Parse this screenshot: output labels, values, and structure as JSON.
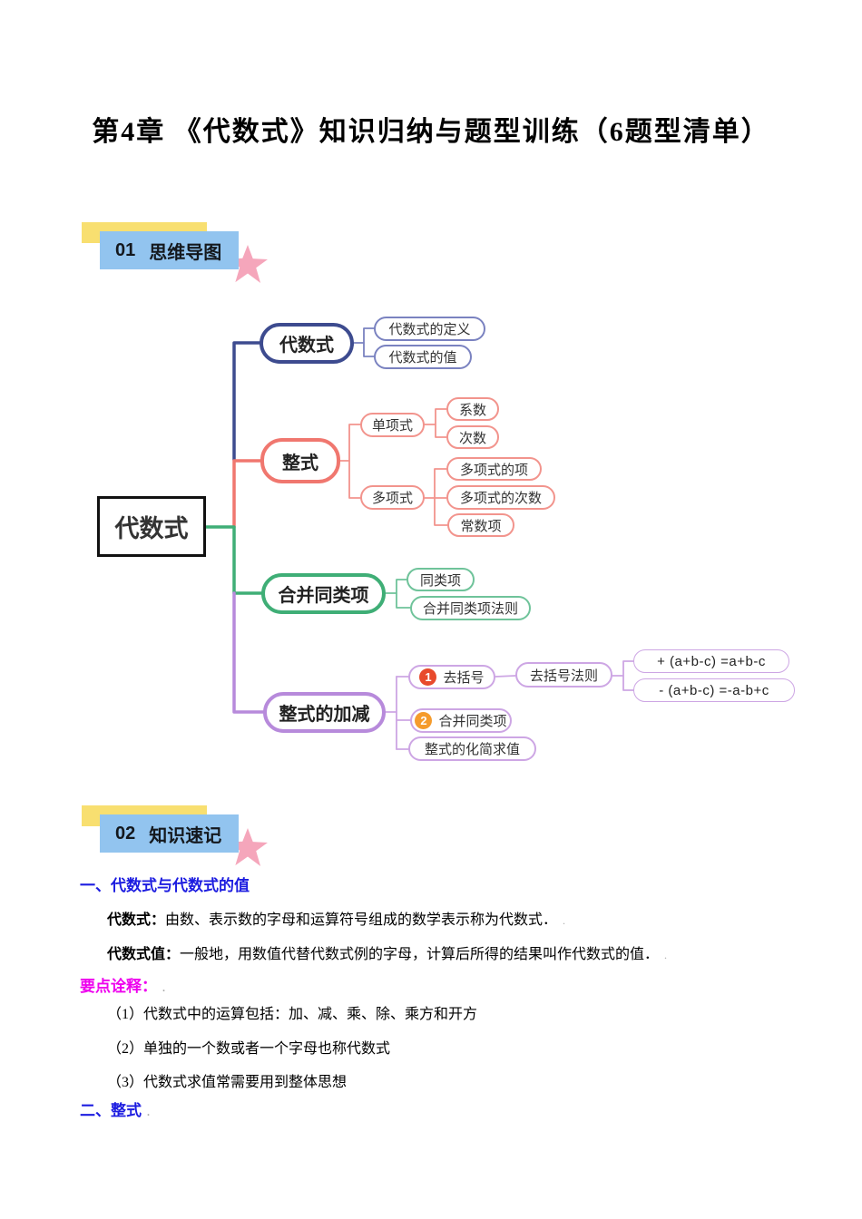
{
  "page": {
    "title": "第4章 《代数式》知识归纳与题型训练（6题型清单）"
  },
  "section_headers": [
    {
      "number": "01",
      "label": "思维导图"
    },
    {
      "number": "02",
      "label": "知识速记"
    }
  ],
  "colors": {
    "header_yellow": "#F8DF70",
    "header_blue": "#92C4EF",
    "star_pink": "#F5A6BB",
    "branch_navy": "#3D4B8F",
    "branch_red": "#F0776F",
    "branch_green": "#3FAE76",
    "branch_purple": "#B78ADB",
    "badge_red": "#E84A2C",
    "badge_orange": "#F59B2C",
    "heading_blue": "#1C1CE0",
    "heading_magenta": "#EE00EE"
  },
  "mindmap": {
    "root_label": "代数式",
    "branches": [
      {
        "label": "代数式",
        "children": [
          "代数式的定义",
          "代数式的值"
        ]
      },
      {
        "label": "整式",
        "children": [
          {
            "label": "单项式",
            "children": [
              "系数",
              "次数"
            ]
          },
          {
            "label": "多项式",
            "children": [
              "多项式的项",
              "多项式的次数",
              "常数项"
            ]
          }
        ]
      },
      {
        "label": "合并同类项",
        "children": [
          "同类项",
          "合并同类项法则"
        ]
      },
      {
        "label": "整式的加减",
        "children": [
          {
            "badge": "1",
            "label": "去括号",
            "children": [
              {
                "label": "去括号法则",
                "children": [
                  "+ (a+b-c) =a+b-c",
                  "- (a+b-c) =-a-b+c"
                ]
              }
            ]
          },
          {
            "badge": "2",
            "label": "合并同类项"
          },
          {
            "label": "整式的化简求值"
          }
        ]
      }
    ]
  },
  "knowledge": {
    "lines": [
      {
        "text": "一、代数式与代数式的值",
        "mark": ""
      },
      {
        "bold": "代数式：",
        "text": "由数、表示数的字母和运算符号组成的数学表示称为代数式．",
        "mark": "."
      },
      {
        "bold": "代数式值：",
        "text": "一般地，用数值代替代数式例的字母，计算后所得的结果叫作代数式的值．",
        "mark": "."
      },
      {
        "text": "要点诠释：",
        "mark": "."
      },
      {
        "text": "（1）代数式中的运算包括：加、减、乘、除、乘方和开方",
        "mark": ""
      },
      {
        "text": "（2）单独的一个数或者一个字母也称代数式",
        "mark": ""
      },
      {
        "text": "（3）代数式求值常需要用到整体思想",
        "mark": ""
      },
      {
        "text": "二、整式",
        "mark": "."
      }
    ]
  }
}
